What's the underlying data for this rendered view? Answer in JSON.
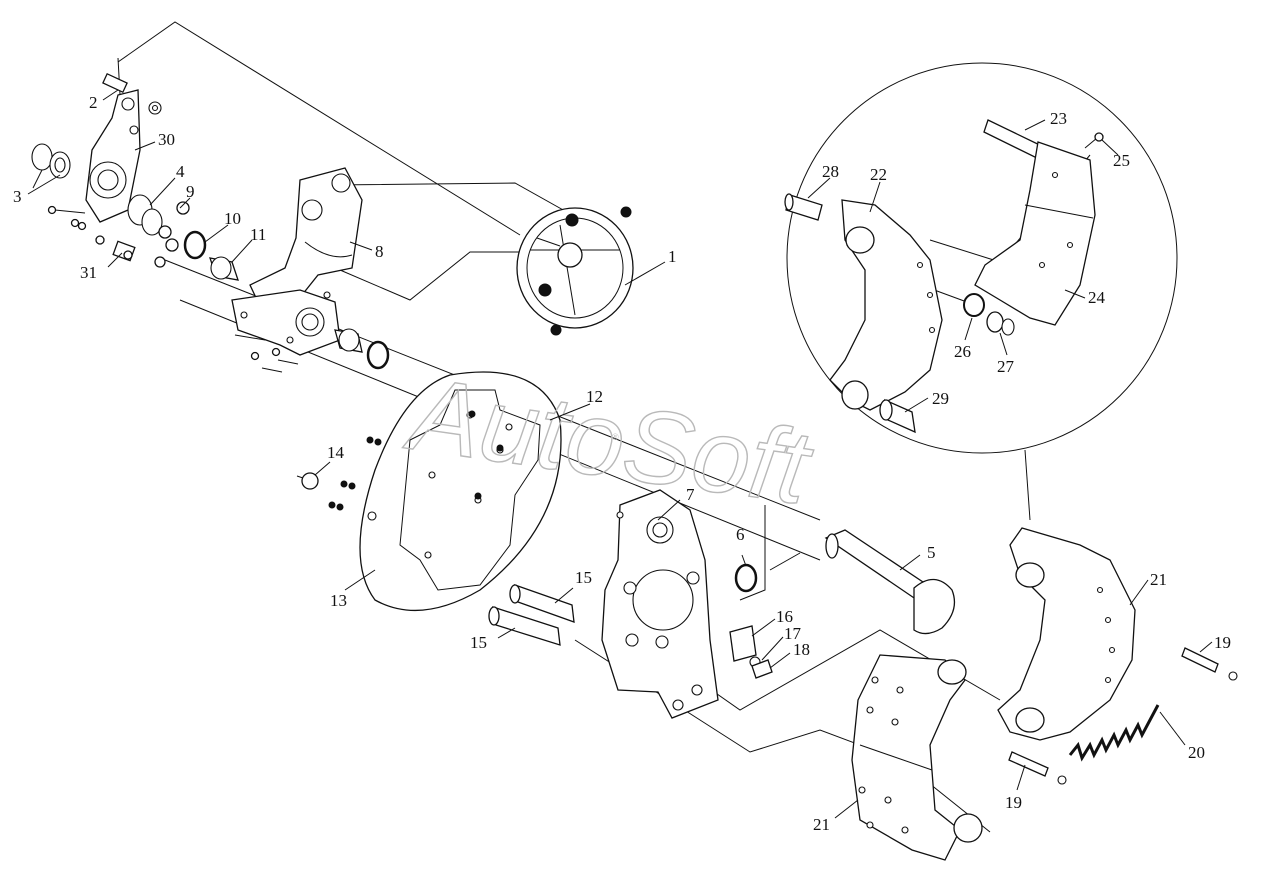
{
  "watermark": {
    "text": "AutoSoft",
    "small_text": "®"
  },
  "callouts": [
    "1",
    "2",
    "3",
    "4",
    "5",
    "6",
    "7",
    "8",
    "9",
    "10",
    "11",
    "12",
    "13",
    "14",
    "15",
    "15",
    "16",
    "17",
    "18",
    "19",
    "19",
    "20",
    "21",
    "21",
    "22",
    "23",
    "24",
    "25",
    "26",
    "27",
    "28",
    "29",
    "30",
    "31"
  ],
  "colors": {
    "line": "#111111",
    "background": "#ffffff",
    "watermark": "#b9b9b9"
  }
}
